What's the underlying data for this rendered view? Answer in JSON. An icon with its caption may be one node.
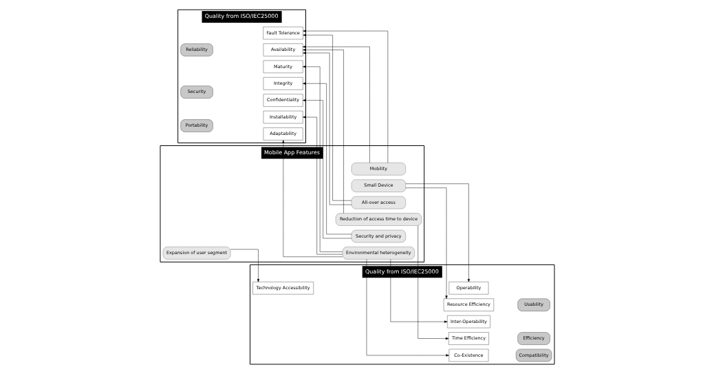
{
  "diagram": {
    "nodes": [
      {
        "text": [
          "Quality from ISO/IEC25000"
        ]
      },
      {
        "text": [
          "Reliability"
        ],
        "in": 0
      },
      {
        "text": [
          "Maturity"
        ],
        "in": 0
      },
      {
        "text": [
          "Availability"
        ],
        "in": 0
      },
      {
        "text": [
          "Fault Tolerance"
        ],
        "in": 0
      },
      {
        "text": [
          "Security"
        ],
        "in": 0
      },
      {
        "text": [
          "Confidentiality"
        ],
        "in": 0
      },
      {
        "text": [
          "Integrity"
        ],
        "in": 0
      },
      {
        "text": [
          "Portability"
        ],
        "in": 0
      },
      {
        "text": [
          "Adaptability"
        ],
        "in": 0
      },
      {
        "text": [
          "Installability"
        ],
        "in": 0
      },
      {
        "text": [
          "Mobile App Features"
        ]
      },
      {
        "text": [
          "Mobility"
        ],
        "in": 11
      },
      {
        "text": [
          "Small Device"
        ],
        "in": 11
      },
      {
        "text": [
          "Reduction of access time to device"
        ],
        "in": 11
      },
      {
        "text": [
          "Expansion of user segment"
        ],
        "in": 11
      },
      {
        "text": [
          "All-over access"
        ],
        "in": 11
      },
      {
        "text": [
          "Security and privacy"
        ],
        "in": 11
      },
      {
        "text": [
          "Environmental heterogeneity"
        ],
        "in": 11
      },
      {
        "text": [
          "Quality from ISO/IEC25000"
        ]
      },
      {
        "text": [
          "Time Efficiency"
        ],
        "in": 19
      },
      {
        "text": [
          "Efficiency"
        ],
        "in": 19
      },
      {
        "text": [
          "Resource Efficiency"
        ],
        "in": 19
      },
      {
        "text": [
          "Co-Existence"
        ],
        "in": 19
      },
      {
        "text": [
          "Compatibility"
        ],
        "in": 19
      },
      {
        "text": [
          "Inter-Operability"
        ],
        "in": 19
      },
      {
        "text": [
          "Operability"
        ],
        "in": 19
      },
      {
        "text": [
          "Usability"
        ],
        "in": 19
      },
      {
        "text": [
          "Technology Accessibility"
        ],
        "in": 19
      }
    ],
    "edges": [
      {
        "from": 18,
        "to": 2,
        "arrow": "to"
      },
      {
        "from": 12,
        "to": 3,
        "arrow": "to"
      },
      {
        "from": 14,
        "to": 3,
        "arrow": "to"
      },
      {
        "from": 16,
        "to": 3,
        "arrow": "to"
      },
      {
        "from": 12,
        "to": 4,
        "arrow": "to"
      },
      {
        "from": 16,
        "to": 4,
        "arrow": "to"
      },
      {
        "from": 17,
        "to": 6,
        "arrow": "to"
      },
      {
        "from": 17,
        "to": 7,
        "arrow": "to"
      },
      {
        "from": 18,
        "to": 9,
        "arrow": "to"
      },
      {
        "from": 18,
        "to": 10,
        "arrow": "to"
      },
      {
        "from": 14,
        "to": 20,
        "arrow": "to"
      },
      {
        "from": 13,
        "to": 22,
        "arrow": "to"
      },
      {
        "from": 18,
        "to": 23,
        "arrow": "to"
      },
      {
        "from": 18,
        "to": 25,
        "arrow": "to"
      },
      {
        "from": 13,
        "to": 26,
        "arrow": "to"
      },
      {
        "from": 15,
        "to": 28,
        "arrow": "to"
      }
    ]
  }
}
